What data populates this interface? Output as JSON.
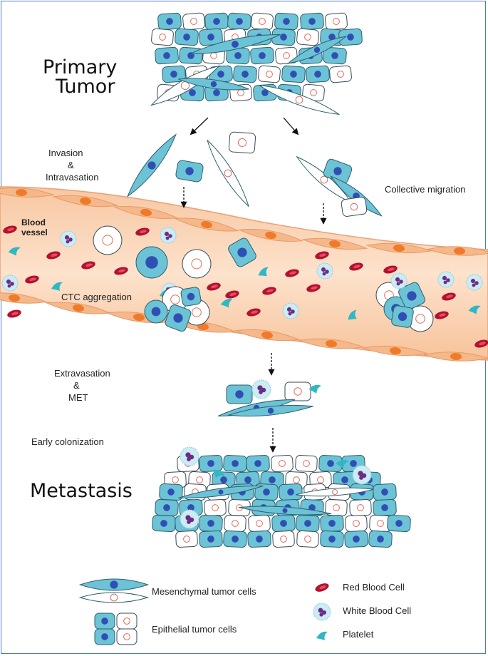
{
  "labels": {
    "primary_tumor_line1": "Primary",
    "primary_tumor_line2": "Tumor",
    "invasion_line1": "Invasion",
    "invasion_line2": "&",
    "invasion_line3": "Intravasation",
    "collective_migration": "Collective migration",
    "blood_vessel_line1": "Blood",
    "blood_vessel_line2": "vessel",
    "ctc_aggregation": "CTC aggregation",
    "extravasation_line1": "Extravasation",
    "extravasation_line2": "&",
    "extravasation_line3": "MET",
    "early_colonization": "Early colonization",
    "metastasis": "Metastasis"
  },
  "legend": {
    "mesenchymal": "Mesenchymal tumor cells",
    "epithelial": "Epithelial tumor cells",
    "rbc": "Red Blood Cell",
    "wbc": "White Blood Cell",
    "platelet": "Platelet"
  },
  "colors": {
    "tumor_blue": "#6cc3d5",
    "nucleus_blue": "#2f4fb5",
    "vessel_fill": "#f9d2b3",
    "endothelial": "#f5b88a",
    "endo_nucleus": "#ef7b2a",
    "rbc_red": "#b3122e",
    "wbc_fill": "#cdebf3",
    "wbc_nucleus": "#6a2d86",
    "border": "#4f78c4"
  }
}
